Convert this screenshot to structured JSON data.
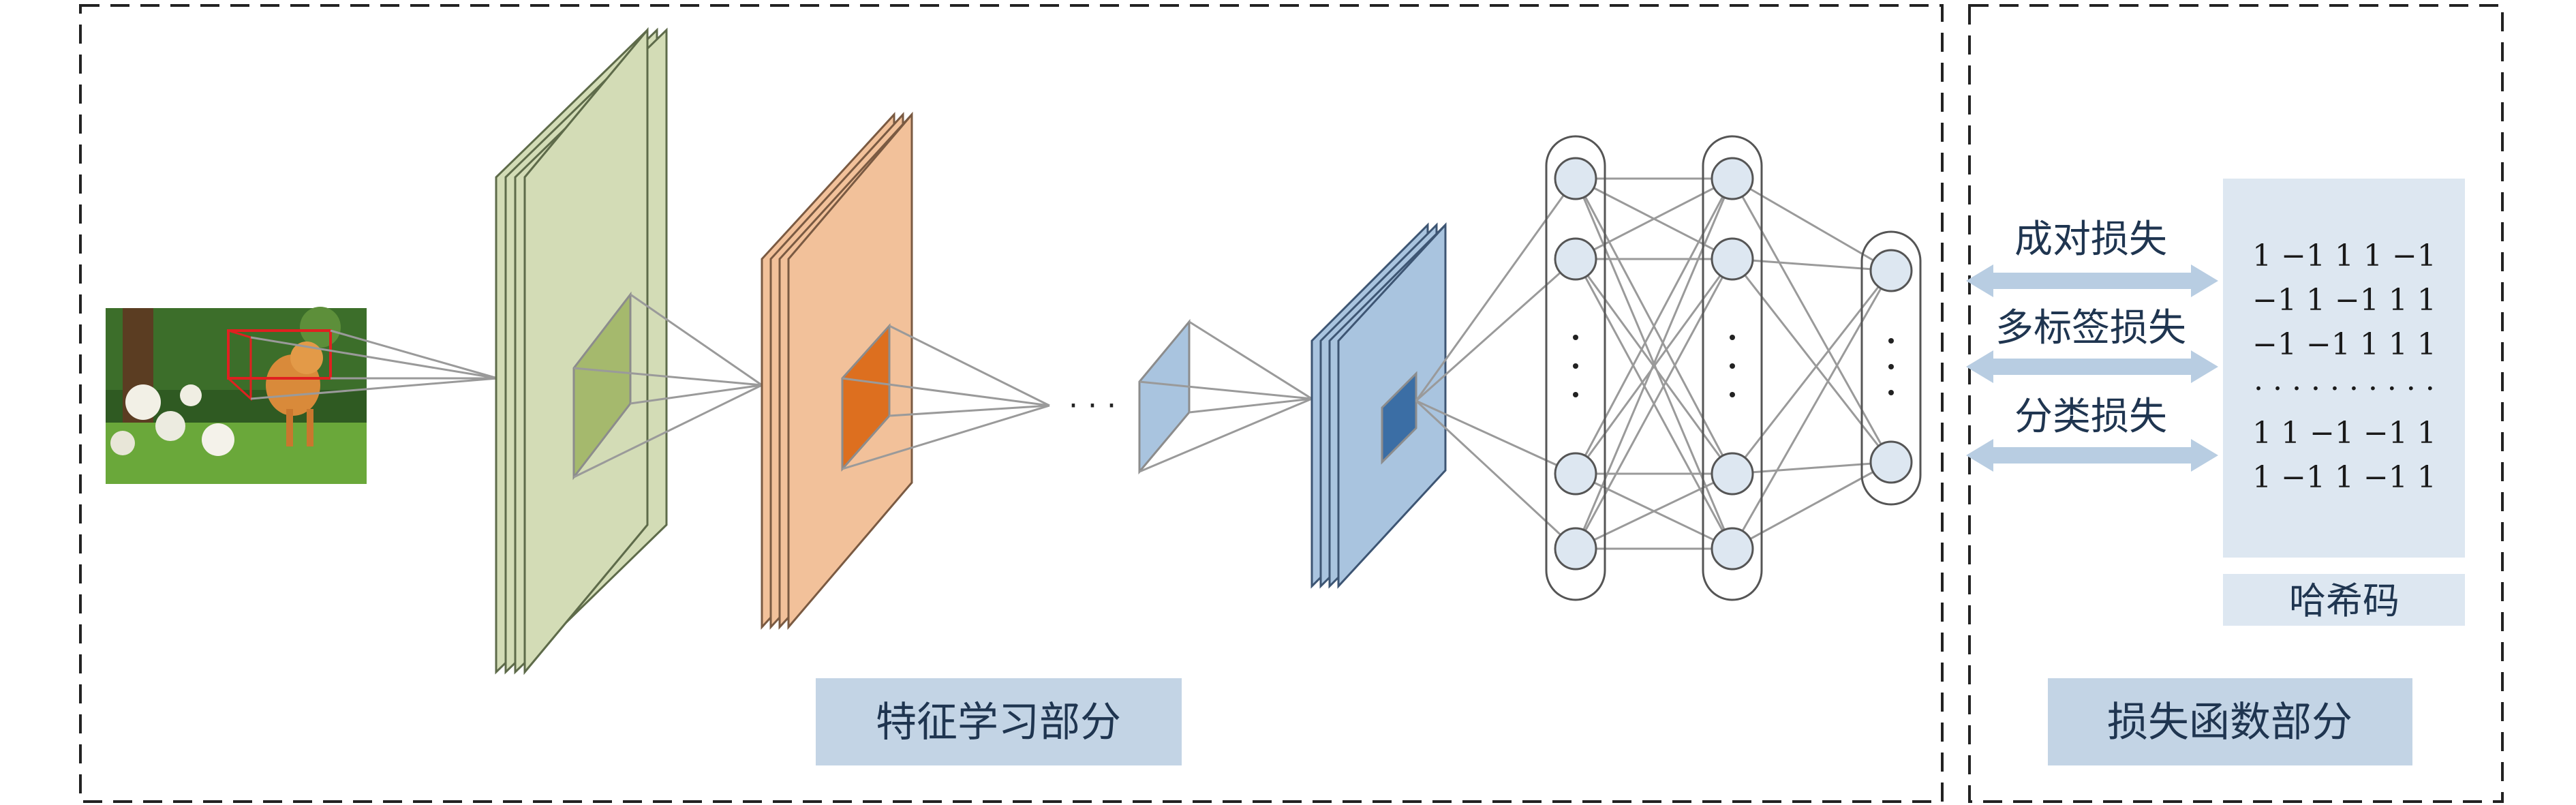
{
  "sections": {
    "feature_label": "特征学习部分",
    "loss_label": "损失函数部分"
  },
  "losses": [
    {
      "label": "成对损失"
    },
    {
      "label": "多标签损失"
    },
    {
      "label": "分类损失"
    }
  ],
  "hash": {
    "label": "哈希码",
    "rows": [
      "1  −1   1   1 −1",
      "−1   1 −1   1   1",
      "−1 −1   1   1   1",
      "1   1 −1 −1   1",
      "1 −1   1 −1   1"
    ],
    "ellipsis": "· · · · · · · · · ·"
  },
  "pipeline_ellipsis": "· · ·",
  "column_ellipsis": "·\n·\n·",
  "colors": {
    "layer1": "#d3dcb6",
    "layer1_patch": "#a5b96d",
    "layer2": "#f2c19a",
    "layer2_patch": "#dd6f1f",
    "layer3": "#a9c4df",
    "layer3_patch": "#3b6ea5",
    "arrow": "#b8cde2",
    "label_box": "#c3d4e5",
    "hash_panel": "#dde7f1"
  }
}
